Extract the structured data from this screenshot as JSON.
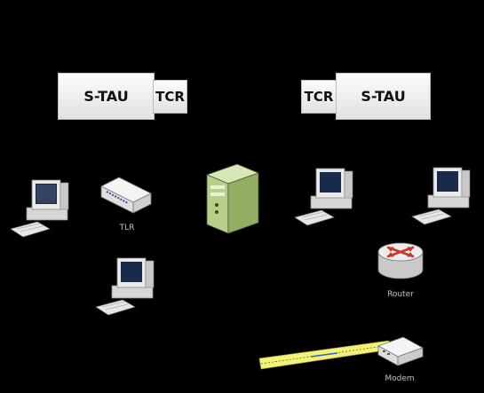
{
  "blocks": {
    "left": {
      "main_label": "S-TAU",
      "side_label": "TCR"
    },
    "right": {
      "side_label": "TCR",
      "main_label": "S-TAU"
    }
  },
  "devices": [
    {
      "icon": "desktop-computer-icon"
    },
    {
      "icon": "switch-icon",
      "caption": "TLR"
    },
    {
      "icon": "server-tower-icon"
    },
    {
      "icon": "desktop-computer-icon"
    },
    {
      "icon": "desktop-computer-icon"
    },
    {
      "icon": "desktop-computer-icon"
    },
    {
      "icon": "router-icon",
      "caption": "Router"
    },
    {
      "icon": "modem-icon",
      "caption": "Modem"
    }
  ],
  "colors": {
    "background": "#000000",
    "block_fill": "#f0f0f0",
    "server": "#b5cc8c",
    "router": "#c23a2a",
    "cable": "#f2f27a"
  }
}
